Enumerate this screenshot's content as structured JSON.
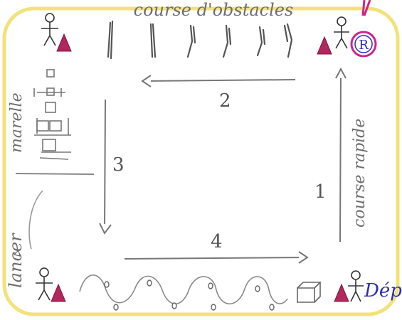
{
  "labels": {
    "title_top": "course d'obstacles",
    "left_upper": "marelle",
    "left_lower": "lancer",
    "right": "course rapide",
    "right_bottom": "Dép",
    "marker_r": "R"
  },
  "numbers": {
    "n1": "1",
    "n2": "2",
    "n3": "3",
    "n4": "4"
  },
  "colors": {
    "border": "#f3e27a",
    "cone": "#b3265e",
    "pencil": "#6e6e6e",
    "ink_blue": "#2c2fb8",
    "magenta": "#d0238d"
  }
}
